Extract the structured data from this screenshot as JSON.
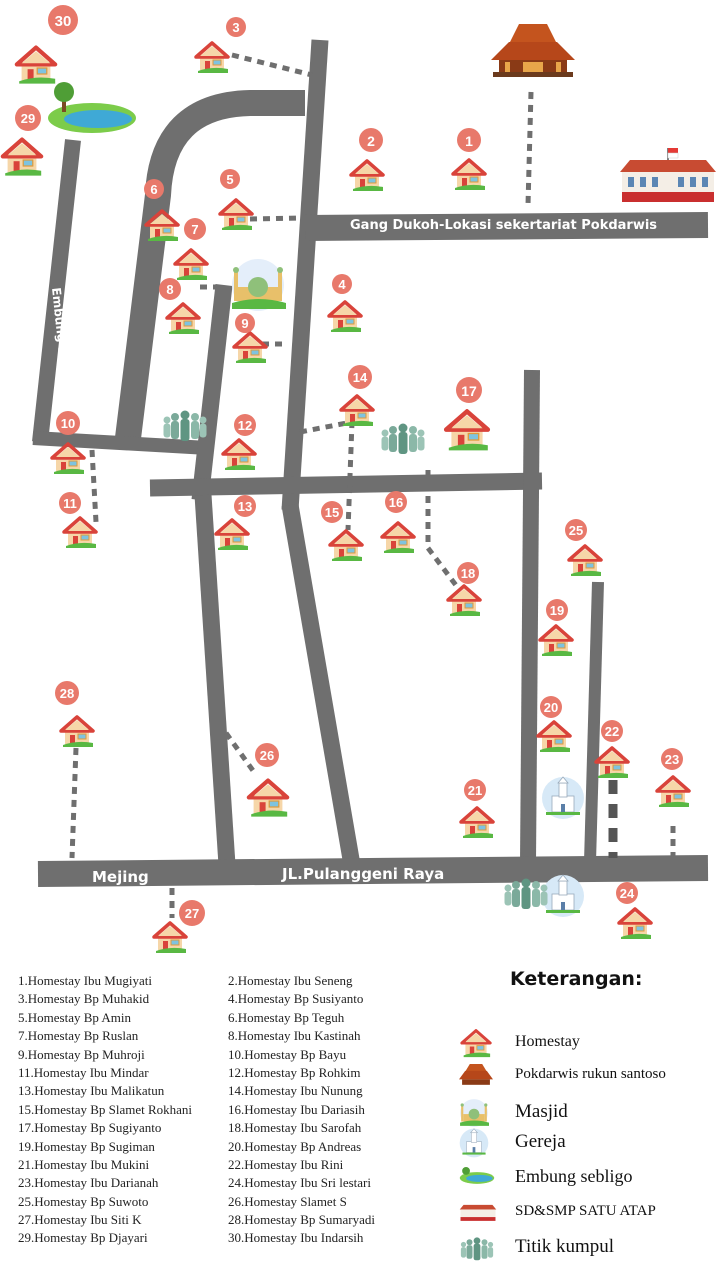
{
  "roads": {
    "gang_dukoh": "Gang Dukoh-Lokasi sekertariat Pokdarwis",
    "embung_road": "Embung sebligo",
    "mejing": "Mejing",
    "pulanggeni": "JL.Pulanggeni Raya"
  },
  "markers": [
    "1",
    "2",
    "3",
    "4",
    "5",
    "6",
    "7",
    "8",
    "9",
    "10",
    "11",
    "12",
    "13",
    "14",
    "15",
    "16",
    "17",
    "18",
    "19",
    "20",
    "21",
    "22",
    "23",
    "24",
    "25",
    "26",
    "27",
    "28",
    "29",
    "30"
  ],
  "homestay_list": [
    "1.Homestay Ibu Mugiyati",
    "2.Homestay Ibu Seneng",
    "3.Homestay Bp Muhakid",
    "4.Homestay Bp Susiyanto",
    "5.Homestay Bp  Amin",
    "6.Homestay Bp Teguh",
    "7.Homestay Bp Ruslan",
    "8.Homestay Ibu Kastinah",
    "9.Homestay Bp Muhroji",
    "10.Homestay Bp Bayu",
    "11.Homestay Ibu Mindar",
    "12.Homestay Bp Rohkim",
    "13.Homestay Ibu Malikatun",
    "14.Homestay Ibu Nunung",
    "15.Homestay Bp Slamet Rokhani",
    "16.Homestay Ibu Dariasih",
    "17.Homestay Bp Sugiyanto",
    "18.Homestay Ibu Sarofah",
    "19.Homestay Bp Sugiman",
    "20.Homestay Bp Andreas",
    "21.Homestay Ibu Mukini",
    "22.Homestay Ibu Rini",
    "23.Homestay Ibu Darianah",
    "24.Homestay Ibu Sri lestari",
    "25.Homestay Bp Suwoto",
    "26.Homestay Slamet S",
    "27.Homestay Ibu Siti K",
    "28.Homestay Bp Sumaryadi",
    "29.Homestay Bp Djayari",
    "30.Homestay Ibu Indarsih"
  ],
  "legend": {
    "title": "Keterangan:",
    "items": [
      {
        "label": "Homestay",
        "icon": "house-icon"
      },
      {
        "label": "Pokdarwis rukun santoso",
        "icon": "joglo-icon"
      },
      {
        "label": "Masjid",
        "icon": "mosque-icon"
      },
      {
        "label": "Gereja",
        "icon": "church-icon"
      },
      {
        "label": "Embung sebligo",
        "icon": "pond-icon"
      },
      {
        "label": "SD&SMP SATU ATAP",
        "icon": "school-icon"
      },
      {
        "label": "Titik kumpul",
        "icon": "people-icon"
      }
    ]
  },
  "colors": {
    "road": "#6f6f6f",
    "marker": "#e8796b",
    "roof": "#d9433a",
    "wall": "#f6d6a8",
    "grass": "#59b843",
    "people": "#7aa999"
  }
}
